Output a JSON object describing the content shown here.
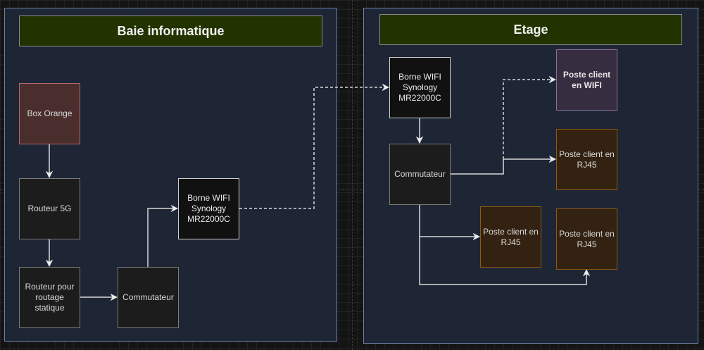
{
  "containers": {
    "left": {
      "title": "Baie informatique"
    },
    "right": {
      "title": "Etage"
    }
  },
  "nodes": {
    "box_orange": "Box Orange",
    "routeur_5g": "Routeur 5G",
    "routeur_statique": "Routeur pour routage statique",
    "commutateur_left": "Commutateur",
    "borne_wifi_left": "Borne WIFI Synology MR22000C",
    "borne_wifi_right": "Borne WIFI Synology MR22000C",
    "commutateur_right": "Commutateur",
    "client_wifi": "Poste client en WIFI",
    "client_rj45_1": "Poste client en RJ45",
    "client_rj45_2": "Poste client en RJ45",
    "client_rj45_3": "Poste client en RJ45"
  },
  "edges": [
    {
      "from": "box_orange",
      "to": "routeur_5g",
      "style": "solid"
    },
    {
      "from": "routeur_5g",
      "to": "routeur_statique",
      "style": "solid"
    },
    {
      "from": "routeur_statique",
      "to": "commutateur_left",
      "style": "solid"
    },
    {
      "from": "commutateur_left",
      "to": "borne_wifi_left",
      "style": "solid"
    },
    {
      "from": "borne_wifi_left",
      "to": "borne_wifi_right",
      "style": "dashed"
    },
    {
      "from": "borne_wifi_right",
      "to": "commutateur_right",
      "style": "solid"
    },
    {
      "from": "commutateur_right",
      "to": "client_rj45_1",
      "style": "solid"
    },
    {
      "from": "commutateur_right",
      "to": "client_wifi",
      "style": "dashed"
    },
    {
      "from": "commutateur_right",
      "to": "client_rj45_2",
      "style": "solid"
    },
    {
      "from": "commutateur_right",
      "to": "client_rj45_3",
      "style": "solid"
    }
  ],
  "colors": {
    "canvas": "#141414",
    "container_fill": "#1e2636",
    "container_border": "#6d82a8",
    "header_fill": "#223300",
    "box_orange_fill": "#4a2e2e",
    "wifi_client_fill": "#372d40",
    "rj45_client_fill": "#332211",
    "edge": "#e8e8e8"
  }
}
